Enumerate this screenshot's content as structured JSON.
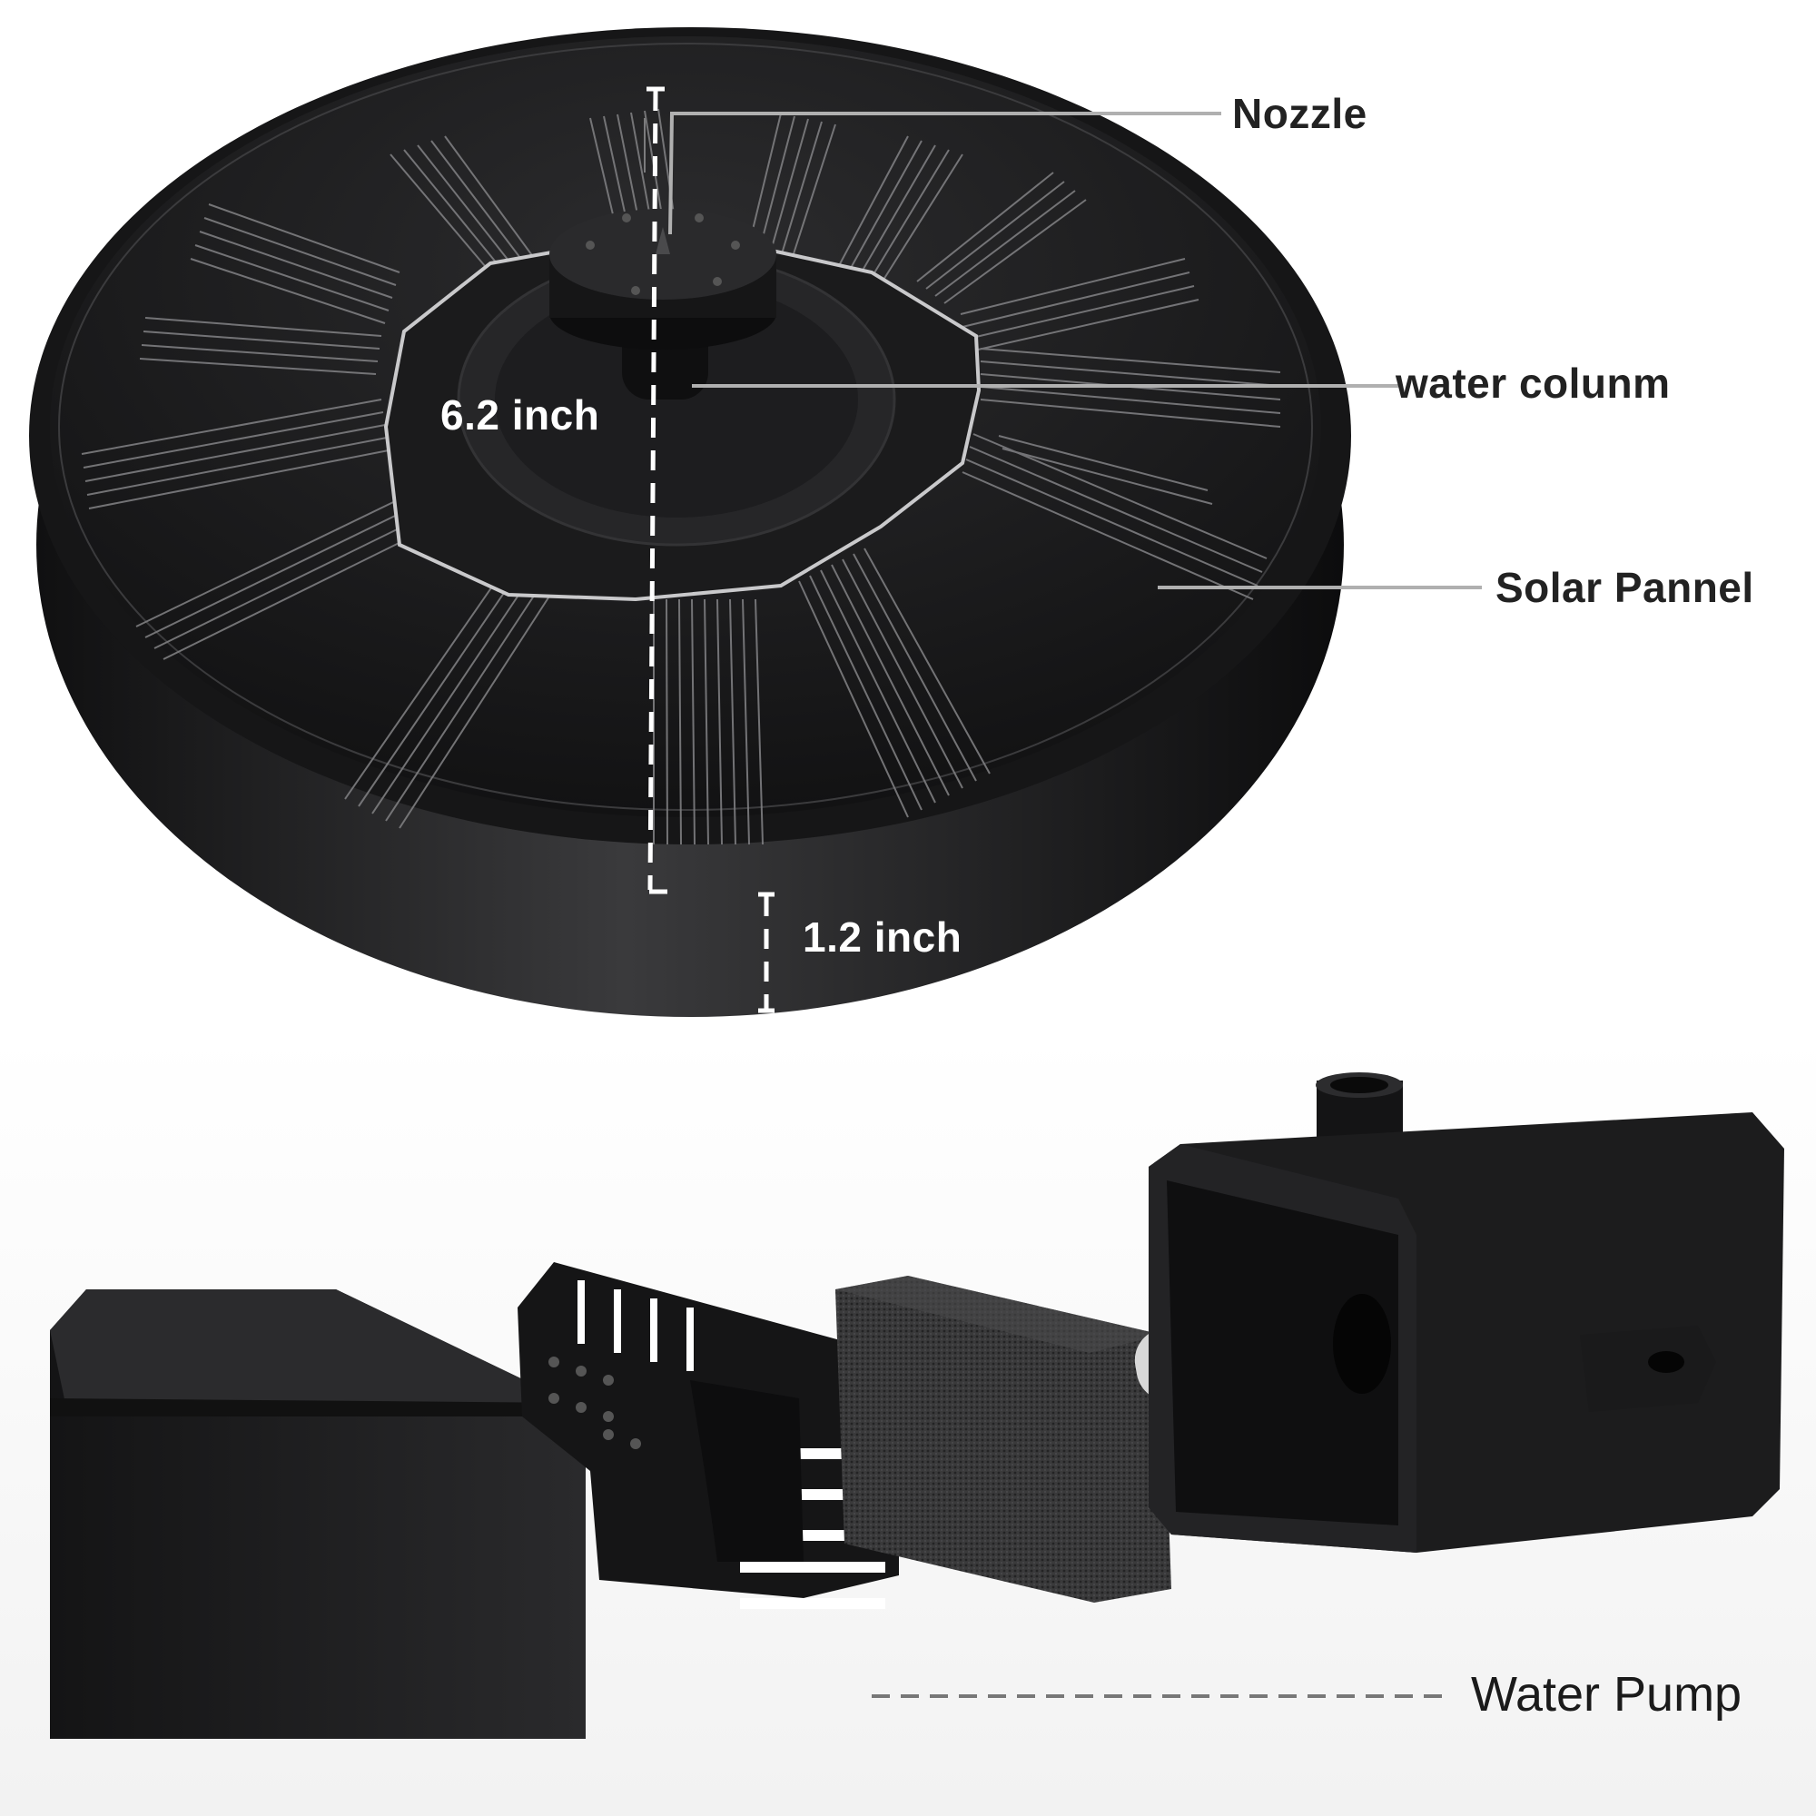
{
  "image": {
    "description": "Solar fountain product diagram with dimension and part callouts",
    "background": "#ffffff"
  },
  "dimensions": {
    "diameter": "6.2 inch",
    "height": "1.2 inch"
  },
  "callouts": {
    "nozzle": "Nozzle",
    "water_column": "water colunm",
    "solar_panel": "Solar Pannel",
    "water_pump": "Water Pump"
  },
  "colors": {
    "product_body": "#1e1e20",
    "panel_lines": "#8a8a8c",
    "callout_line": "#b0b0b0",
    "label_text": "#222222",
    "dimension_text": "#ffffff"
  },
  "parts": {
    "top": [
      "solar panel disc",
      "nozzle",
      "water column"
    ],
    "bottom": [
      "pump cover box",
      "filter cage",
      "foam sponge",
      "water pump"
    ]
  }
}
